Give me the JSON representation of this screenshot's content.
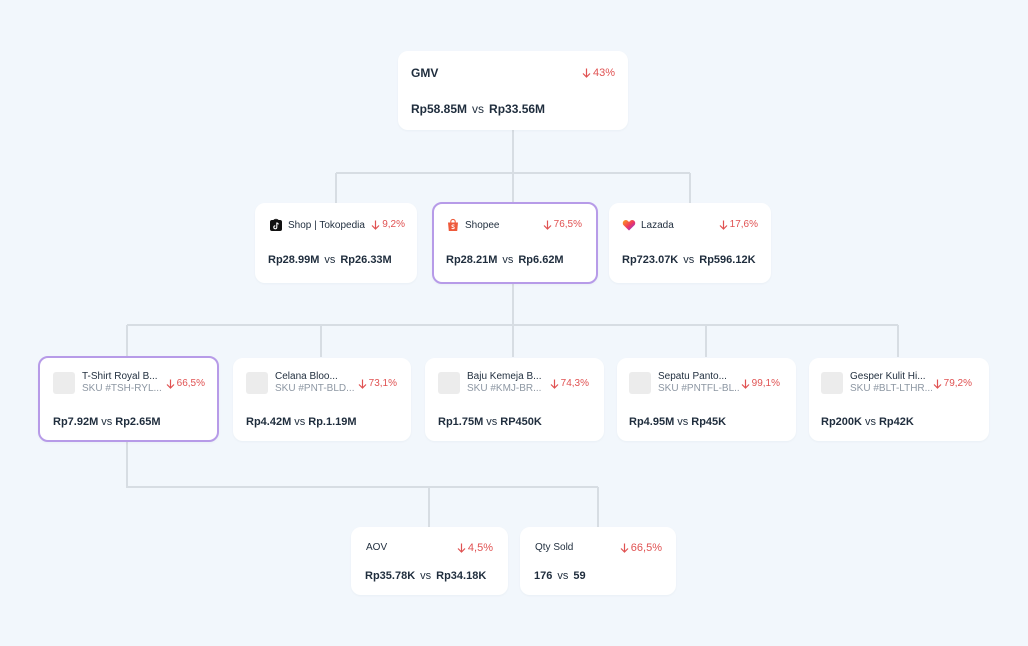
{
  "root": {
    "title": "GMV",
    "delta": "43%",
    "value_a": "Rp58.85M",
    "vs": "vs",
    "value_b": "Rp33.56M"
  },
  "platforms": [
    {
      "name": "Shop | Tokopedia",
      "icon": "tiktok-shop-icon",
      "delta": "9,2%",
      "value_a": "Rp28.99M",
      "vs": "vs",
      "value_b": "Rp26.33M"
    },
    {
      "name": "Shopee",
      "icon": "shopee-bag-icon",
      "delta": "76,5%",
      "value_a": "Rp28.21M",
      "vs": "vs",
      "value_b": "Rp6.62M"
    },
    {
      "name": "Lazada",
      "icon": "lazada-heart-icon",
      "delta": "17,6%",
      "value_a": "Rp723.07K",
      "vs": "vs",
      "value_b": "Rp596.12K"
    }
  ],
  "products": [
    {
      "name": "T-Shirt Royal B...",
      "sku": "SKU #TSH-RYL...",
      "delta": "66,5%",
      "value_a": "Rp7.92M",
      "vs": "vs",
      "value_b": "Rp2.65M"
    },
    {
      "name": "Celana Bloo...",
      "sku": "SKU #PNT-BLD...",
      "delta": "73,1%",
      "value_a": "Rp4.42M",
      "vs": "vs",
      "value_b": "Rp.1.19M"
    },
    {
      "name": "Baju Kemeja B...",
      "sku": "SKU #KMJ-BR...",
      "delta": "74,3%",
      "value_a": "Rp1.75M",
      "vs": "vs",
      "value_b": "RP450K"
    },
    {
      "name": "Sepatu Panto...",
      "sku": "SKU #PNTFL-BL...",
      "delta": "99,1%",
      "value_a": "Rp4.95M",
      "vs": "vs",
      "value_b": "Rp45K"
    },
    {
      "name": "Gesper Kulit Hi...",
      "sku": "SKU #BLT-LTHR...",
      "delta": "79,2%",
      "value_a": "Rp200K",
      "vs": "vs",
      "value_b": "Rp42K"
    }
  ],
  "metrics": [
    {
      "name": "AOV",
      "delta": "4,5%",
      "value_a": "Rp35.78K",
      "vs": "vs",
      "value_b": "Rp34.18K"
    },
    {
      "name": "Qty Sold",
      "delta": "66,5%",
      "value_a": "176",
      "vs": "vs",
      "value_b": "59"
    }
  ],
  "colors": {
    "background": "#f2f7fc",
    "connector": "#d7dde3",
    "decrease": "#e05252",
    "selected_border": "#b79be8"
  }
}
